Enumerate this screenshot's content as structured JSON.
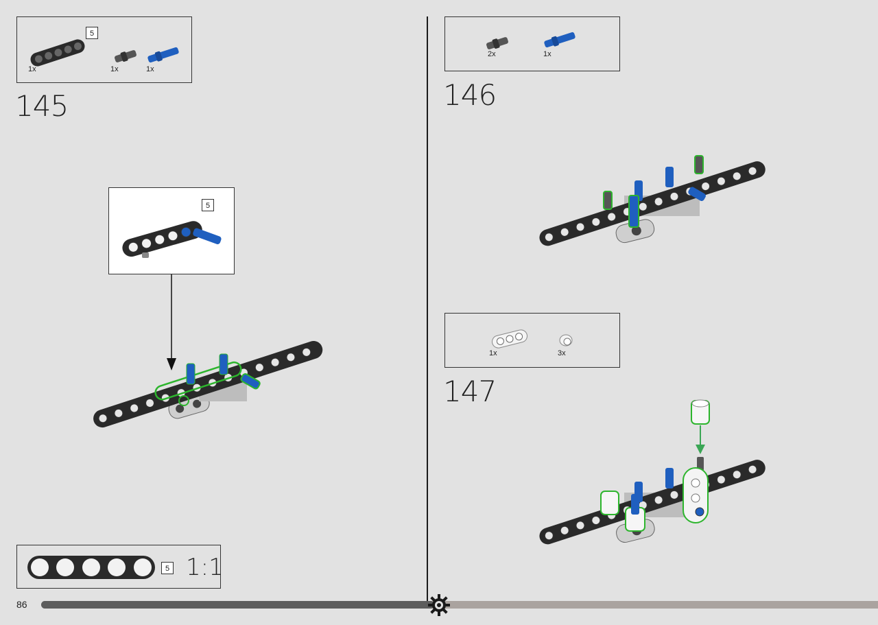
{
  "page": {
    "number": "86",
    "progress": 0.47
  },
  "steps": [
    {
      "number": "145",
      "parts": [
        {
          "qty": "1x",
          "badge": "5",
          "icon": "black-liftarm-5-icon"
        },
        {
          "qty": "1x",
          "icon": "gray-axle-pin-icon"
        },
        {
          "qty": "1x",
          "icon": "blue-axle-pin-icon"
        }
      ],
      "callout_badge": "5"
    },
    {
      "number": "146",
      "parts": [
        {
          "qty": "2x",
          "icon": "gray-axle-pin-icon"
        },
        {
          "qty": "1x",
          "icon": "blue-axle-pin-icon"
        }
      ]
    },
    {
      "number": "147",
      "parts": [
        {
          "qty": "1x",
          "icon": "white-liftarm-3-icon"
        },
        {
          "qty": "3x",
          "icon": "white-bush-icon"
        }
      ]
    }
  ],
  "scale_guide": {
    "badge": "5",
    "label": "1:1"
  },
  "colors": {
    "highlight": "#2db52d",
    "blue": "#1f5fbf",
    "black": "#2a2a2a",
    "arrow_green": "#3aa655"
  }
}
